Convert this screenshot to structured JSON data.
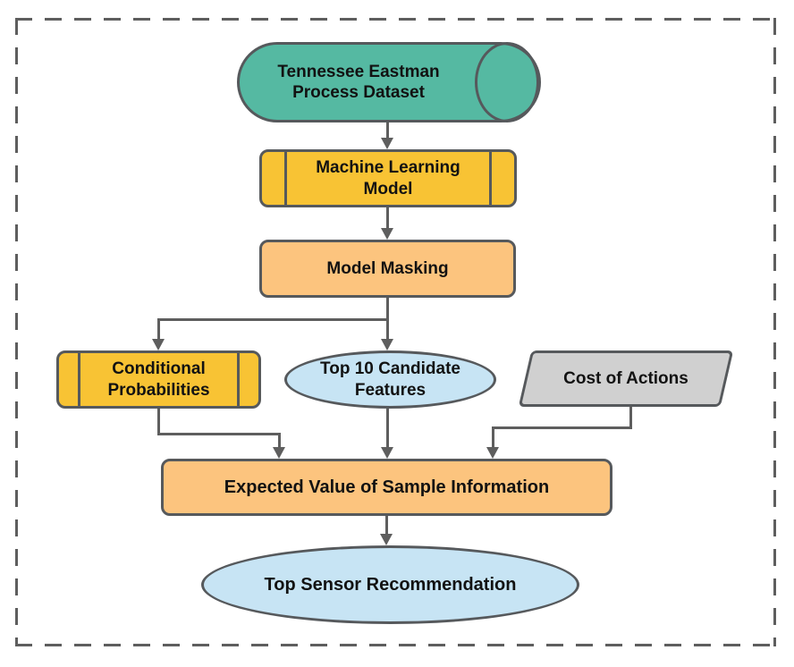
{
  "diagram": {
    "frame_style": "dashed-border",
    "line_color": "#5E5E5E",
    "nodes": {
      "dataset": {
        "label": "Tennessee Eastman Process Dataset",
        "shape": "cylinder",
        "fill": "#55B9A2"
      },
      "ml_model": {
        "label": "Machine Learning Model",
        "shape": "predefined-process",
        "fill": "#F8C334"
      },
      "model_masking": {
        "label": "Model Masking",
        "shape": "rounded-rectangle",
        "fill": "#FCC47E"
      },
      "conditional_probabilities": {
        "label": "Conditional Probabilities",
        "shape": "predefined-process",
        "fill": "#F8C334"
      },
      "top_candidate_features": {
        "label": "Top 10 Candidate Features",
        "shape": "ellipse",
        "fill": "#C7E4F4"
      },
      "cost_of_actions": {
        "label": "Cost of Actions",
        "shape": "parallelogram",
        "fill": "#D0D0D0"
      },
      "evsi": {
        "label": "Expected Value of Sample Information",
        "shape": "rounded-rectangle",
        "fill": "#FCC47E"
      },
      "top_sensor_recommendation": {
        "label": "Top Sensor Recommendation",
        "shape": "ellipse",
        "fill": "#C7E4F4"
      }
    },
    "edges": [
      {
        "from": "Tennessee Eastman Process Dataset",
        "to": "Machine Learning Model"
      },
      {
        "from": "Machine Learning Model",
        "to": "Model Masking"
      },
      {
        "from": "Model Masking",
        "to": "Conditional Probabilities"
      },
      {
        "from": "Model Masking",
        "to": "Top 10 Candidate Features"
      },
      {
        "from": "Conditional Probabilities",
        "to": "Expected Value of Sample Information"
      },
      {
        "from": "Top 10 Candidate Features",
        "to": "Expected Value of Sample Information"
      },
      {
        "from": "Cost of Actions",
        "to": "Expected Value of Sample Information"
      },
      {
        "from": "Expected Value of Sample Information",
        "to": "Top Sensor Recommendation"
      }
    ]
  }
}
